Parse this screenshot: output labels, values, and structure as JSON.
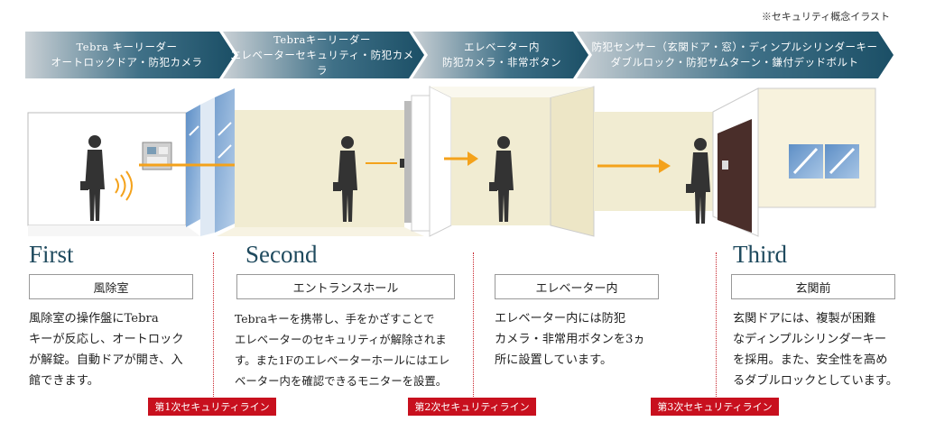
{
  "note": "※セキュリティ概念イラスト",
  "banner": [
    {
      "line1": "Tebra キーリーダー",
      "line2": "オートロックドア・防犯カメラ"
    },
    {
      "line1": "Tebraキーリーダー",
      "line2": "エレベーターセキュリティ・防犯カメラ"
    },
    {
      "line1": "エレベーター内",
      "line2": "防犯カメラ・非常ボタン"
    },
    {
      "line1": "防犯センサー（玄関ドア・窓）・ディンプルシリンダーキー",
      "line2": "ダブルロック・防犯サムターン・鎌付デッドボルト"
    }
  ],
  "stages": [
    {
      "label": "First",
      "place": "風除室",
      "desc": [
        "風除室の操作盤にTebra",
        "キーが反応し、オートロック",
        "が解錠。自動ドアが開き、入",
        "館できます。"
      ]
    },
    {
      "label": "Second",
      "place": "エントランスホール",
      "desc": [
        "Tebraキーを携帯し、手をかざすことで",
        "エレベーターのセキュリティが解除されま",
        "す。また1Fのエレベーターホールにはエレ",
        "ベーター内を確認できるモニターを設置。"
      ]
    },
    {
      "label": "",
      "place": "エレベーター内",
      "desc": [
        "エレベーター内には防犯",
        "カメラ・非常用ボタンを3ヵ",
        "所に設置しています。"
      ]
    },
    {
      "label": "Third",
      "place": "玄関前",
      "desc": [
        "玄関ドアには、複製が困難",
        "なディンプルシリンダーキー",
        "を採用。また、安全性を高め",
        "るダブルロックとしています。"
      ]
    }
  ],
  "security_lines": [
    "第1次セキュリティライン",
    "第2次セキュリティライン",
    "第3次セキュリティライン"
  ],
  "colors": {
    "banner_dark": "#1b4f66",
    "banner_light": "#c5ccd1",
    "arrow": "#f4a21b",
    "red": "#c8101e",
    "wall": "#f1ecd2",
    "stage_text": "#1f4a5e"
  }
}
